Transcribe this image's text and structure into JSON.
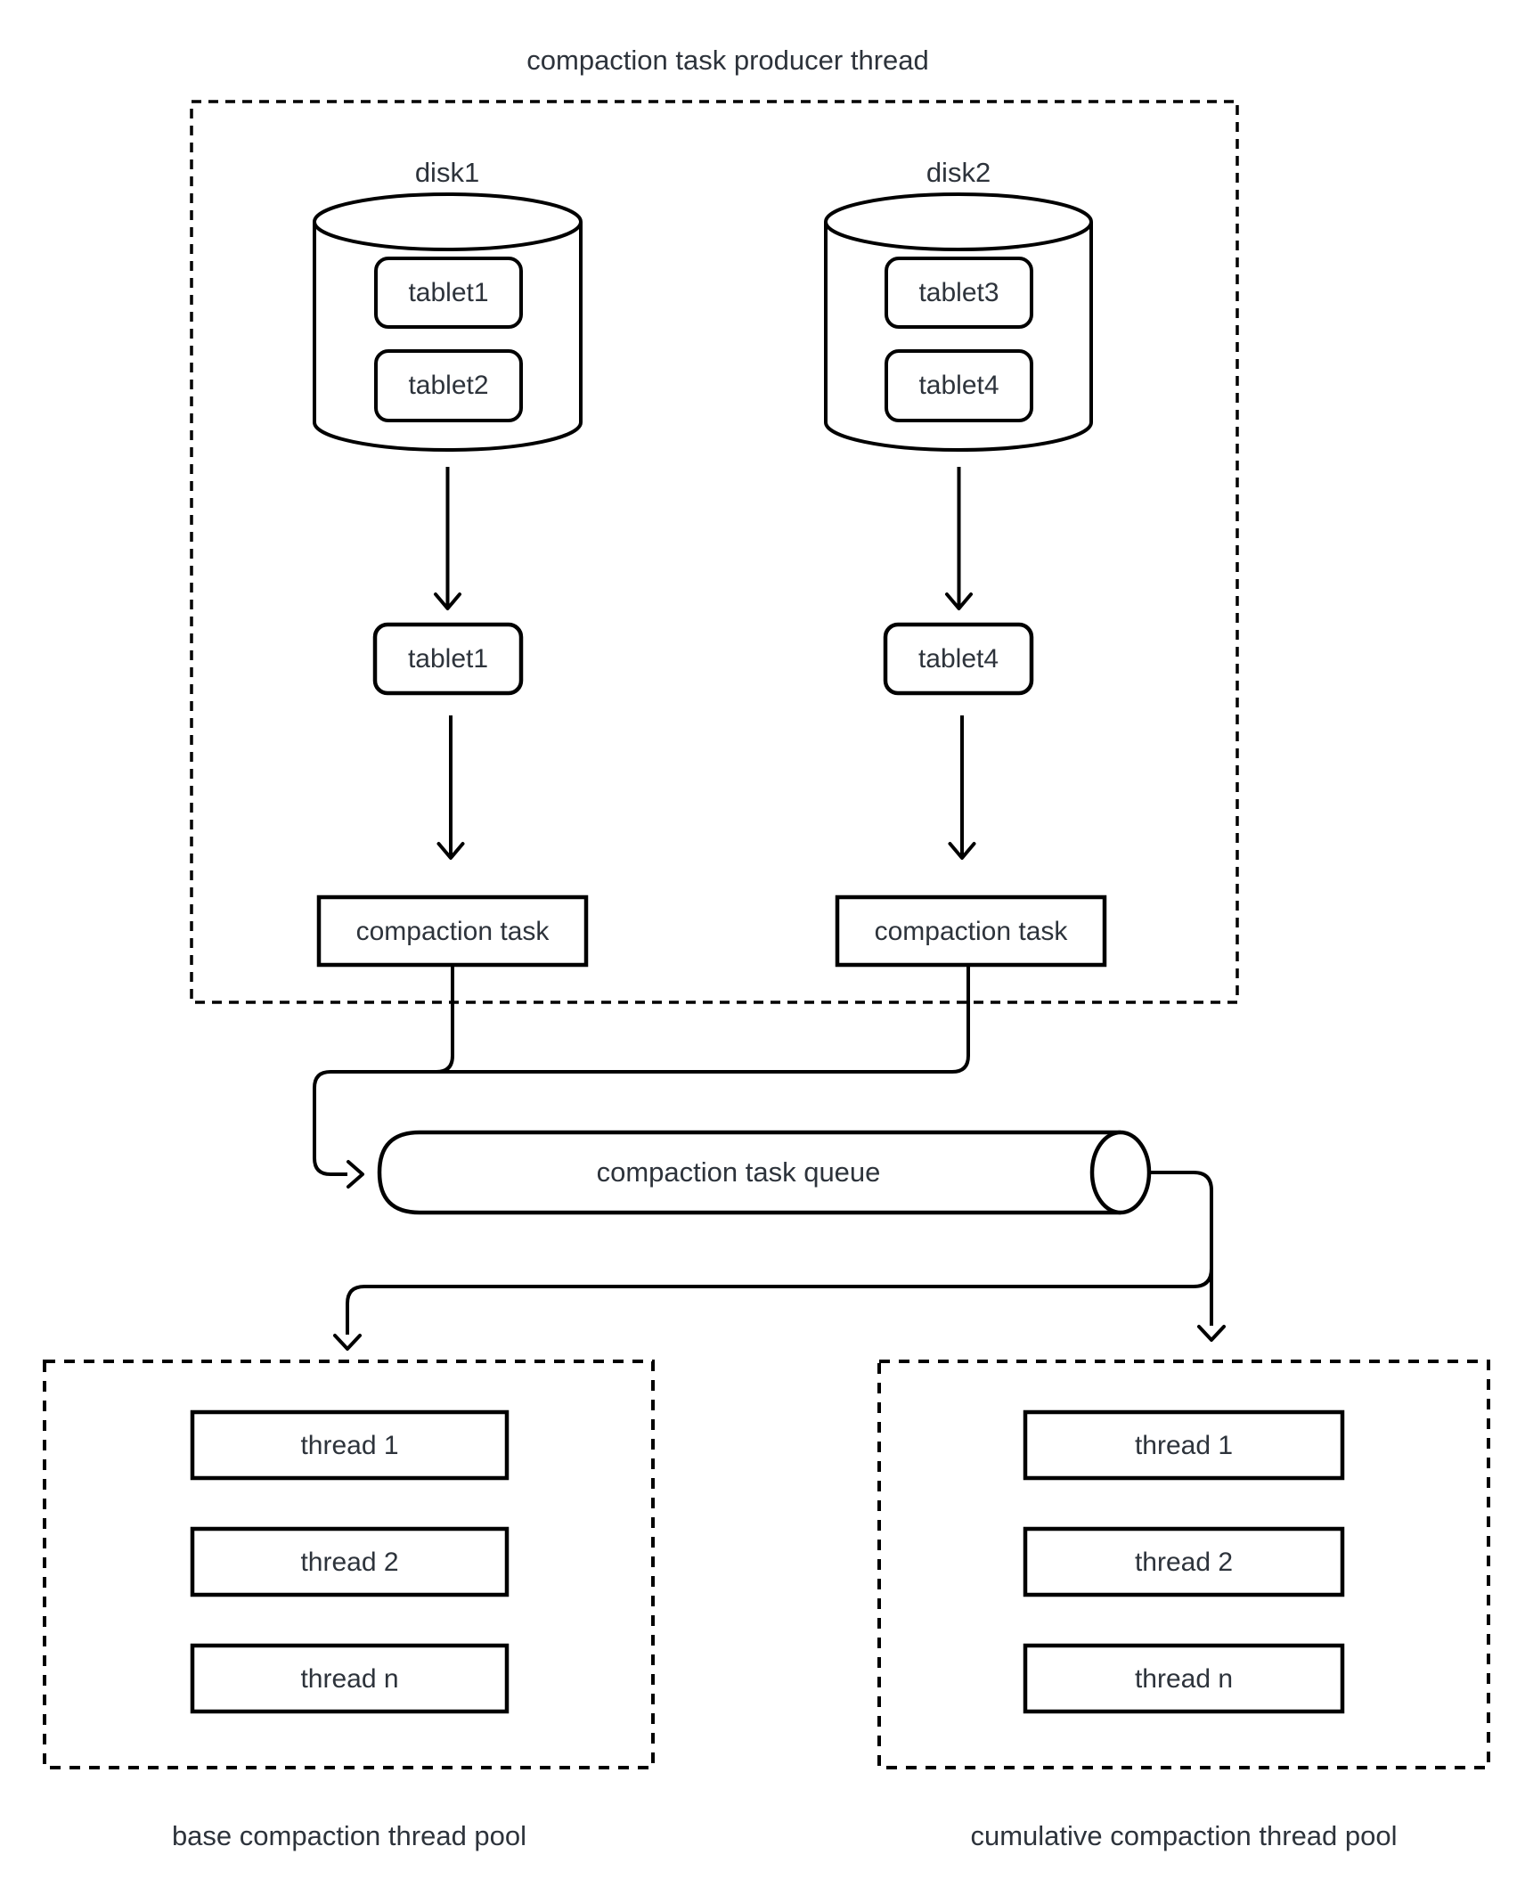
{
  "title": "compaction task producer thread",
  "producer": {
    "disks": [
      {
        "name": "disk1",
        "tablets": [
          "tablet1",
          "tablet2"
        ],
        "picked_tablet": "tablet1",
        "task": "compaction task"
      },
      {
        "name": "disk2",
        "tablets": [
          "tablet3",
          "tablet4"
        ],
        "picked_tablet": "tablet4",
        "task": "compaction task"
      }
    ]
  },
  "queue": {
    "label": "compaction task queue"
  },
  "pools": {
    "base": {
      "threads": [
        "thread 1",
        "thread 2",
        "thread n"
      ],
      "caption": "base compaction thread pool"
    },
    "cumulative": {
      "threads": [
        "thread 1",
        "thread 2",
        "thread n"
      ],
      "caption": "cumulative compaction thread pool"
    }
  },
  "colors": {
    "line": "#000000",
    "text": "#2d333b",
    "background": "#ffffff"
  }
}
